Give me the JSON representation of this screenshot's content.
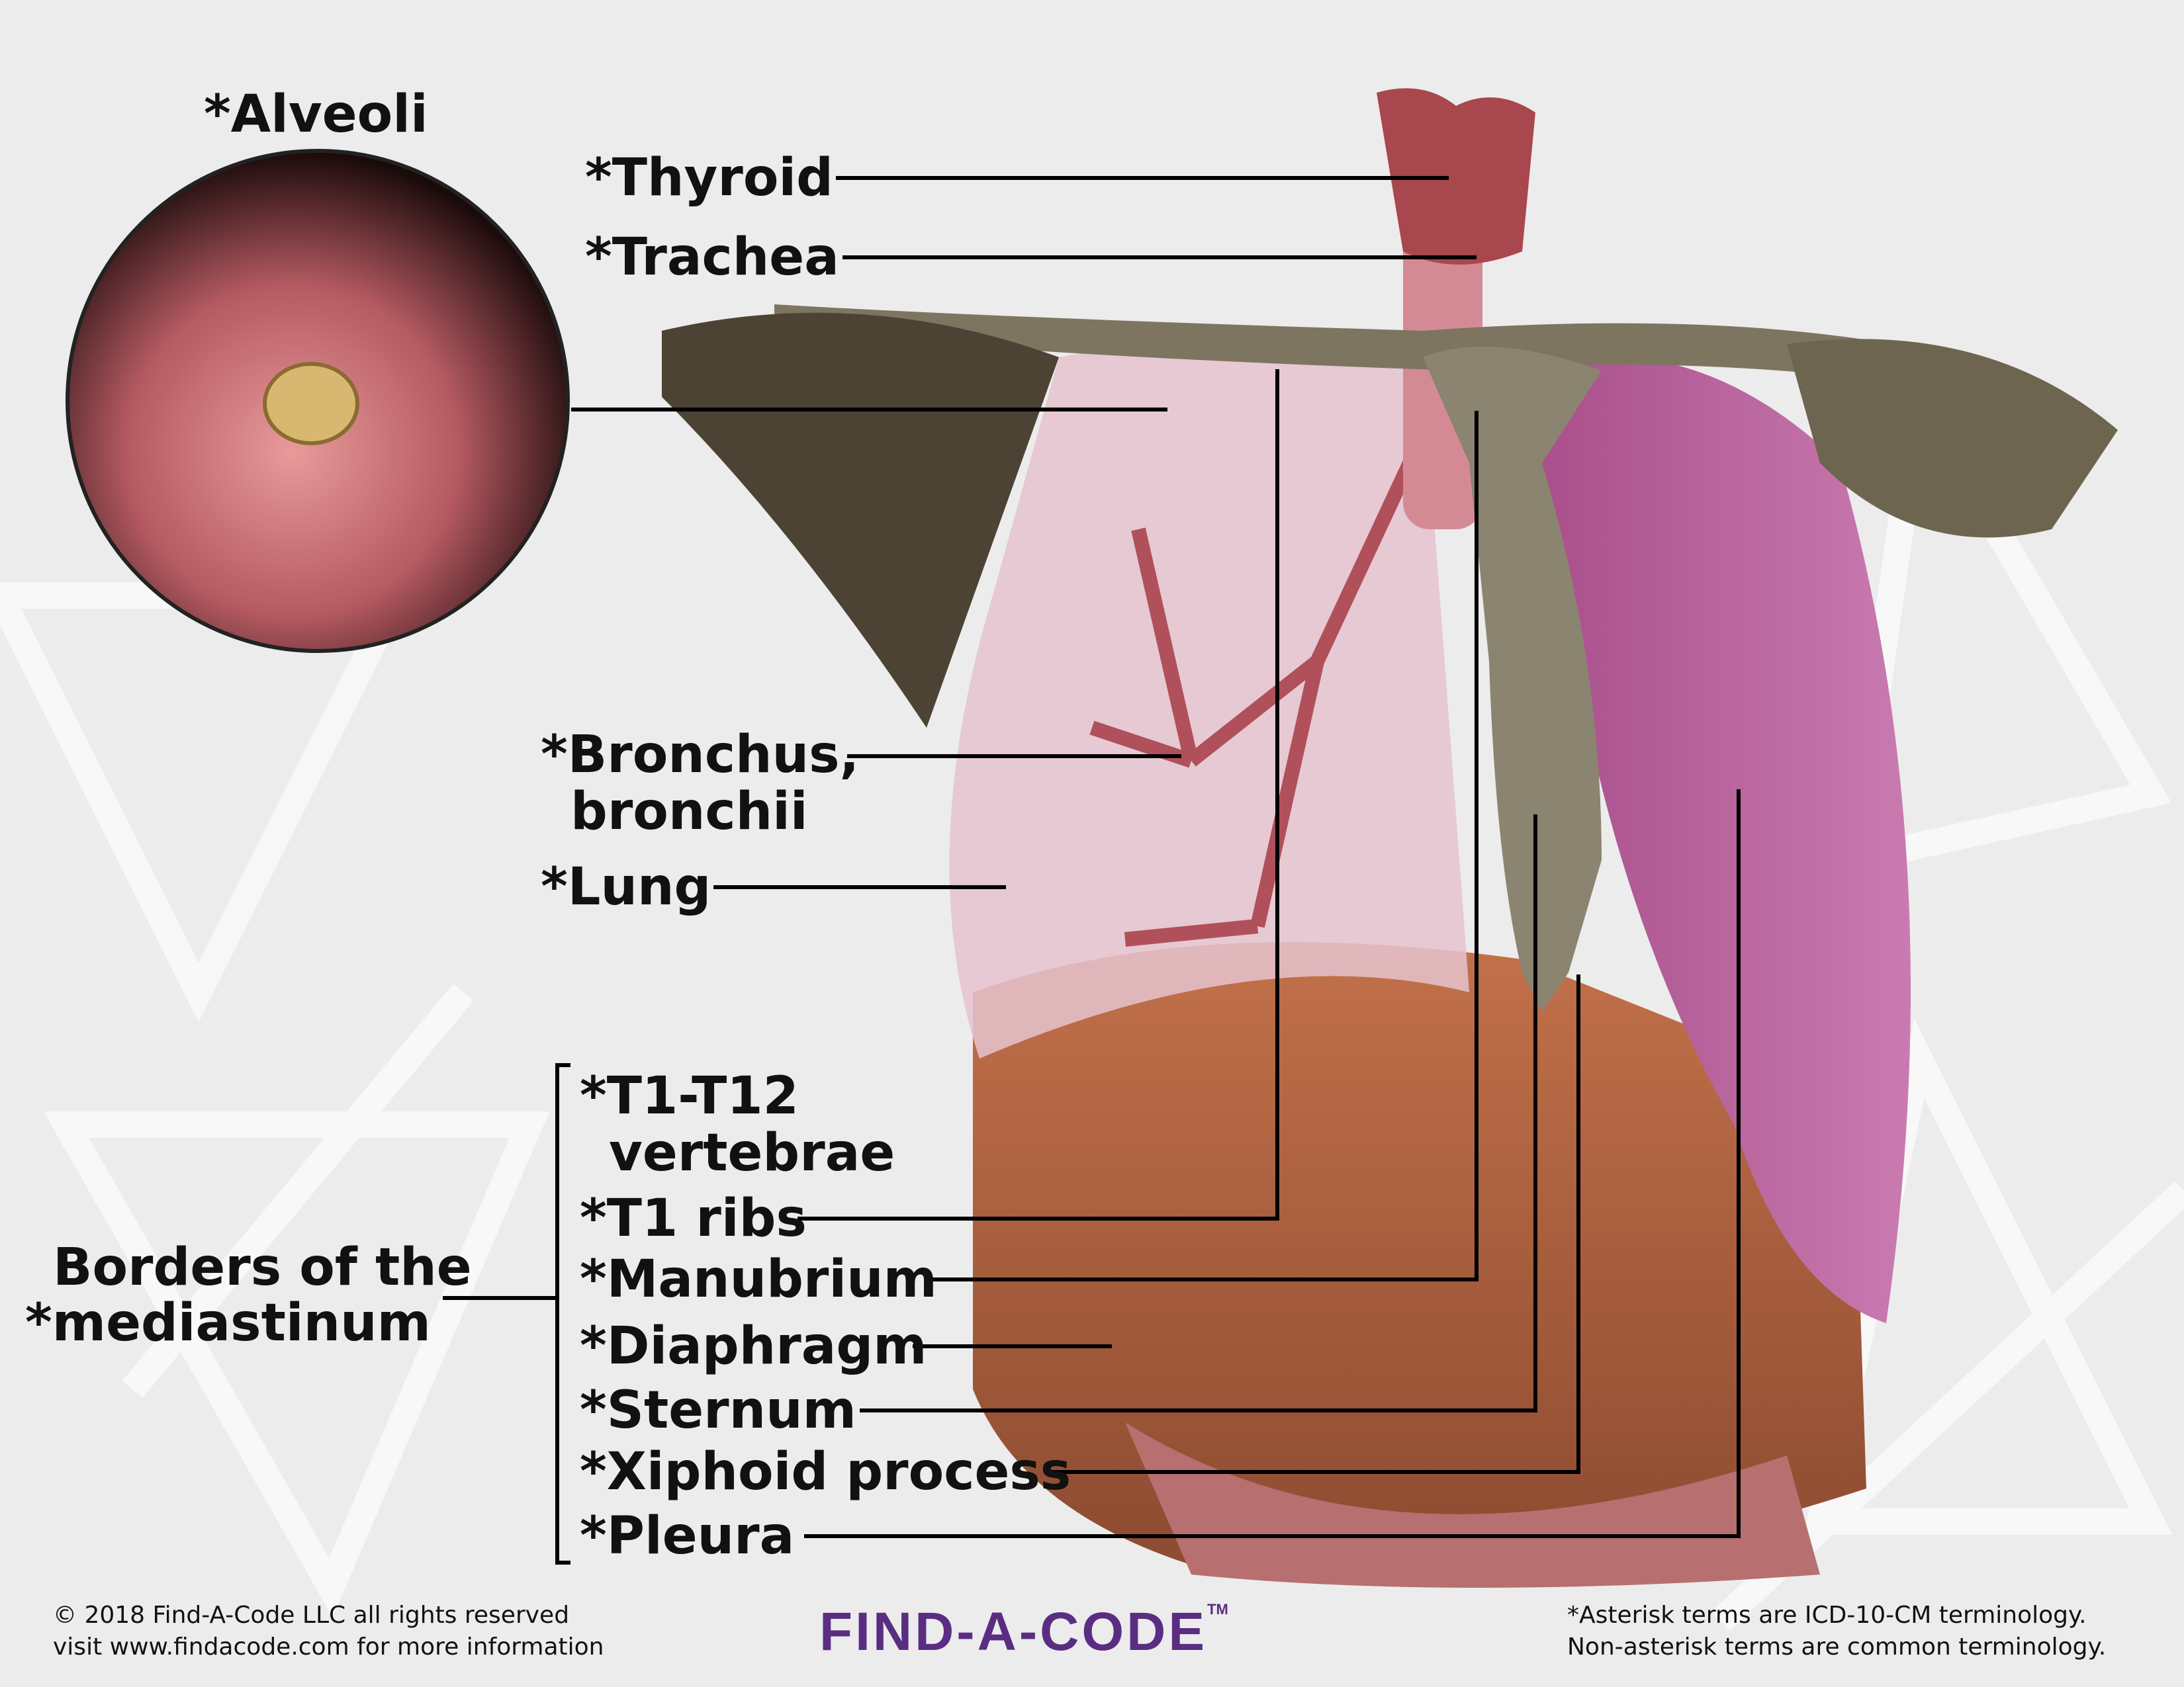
{
  "labels": {
    "alveoli": "*Alveoli",
    "thyroid": "*Thyroid",
    "trachea": "*Trachea",
    "bronchus_line1": "*Bronchus,",
    "bronchus_line2": "bronchii",
    "lung": "*Lung",
    "vertebrae_line1": "*T1-T12",
    "vertebrae_line2": "vertebrae",
    "ribs": "*T1 ribs",
    "manubrium": "*Manubrium",
    "diaphragm": "*Diaphragm",
    "sternum": "*Sternum",
    "xiphoid": "*Xiphoid process",
    "pleura": "*Pleura",
    "borders_line1": "Borders of the",
    "borders_line2": "*mediastinum"
  },
  "footer": {
    "copyright": "© 2018 Find-A-Code LLC all rights reserved",
    "visit": "visit www.findacode.com for more information",
    "logo": "FIND-A-CODE",
    "trademark": "TM",
    "note_line1": "*Asterisk terms are ICD-10-CM terminology.",
    "note_line2": "Non-asterisk terms are common terminology."
  },
  "colors": {
    "logo": "#5a2d82",
    "leader_lines": "#000000",
    "background": "#ececec"
  }
}
